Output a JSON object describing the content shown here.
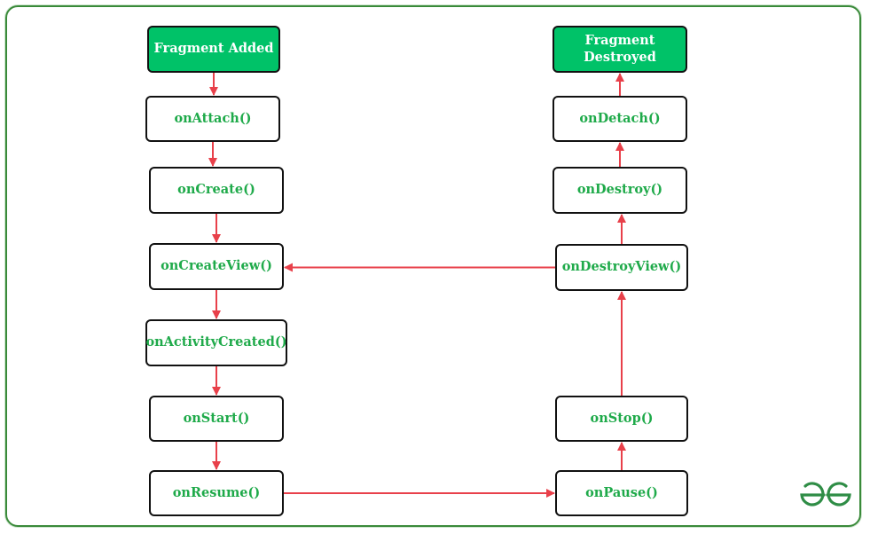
{
  "nodes": {
    "fragment_added": "Fragment Added",
    "on_attach": "onAttach()",
    "on_create": "onCreate()",
    "on_create_view": "onCreateView()",
    "on_activity_created": "onActivityCreated()",
    "on_start": "onStart()",
    "on_resume": "onResume()",
    "fragment_destroyed": "Fragment\nDestroyed",
    "on_detach": "onDetach()",
    "on_destroy": "onDestroy()",
    "on_destroy_view": "onDestroyView()",
    "on_stop": "onStop()",
    "on_pause": "onPause()"
  },
  "edges": [
    [
      "fragment_added",
      "on_attach"
    ],
    [
      "on_attach",
      "on_create"
    ],
    [
      "on_create",
      "on_create_view"
    ],
    [
      "on_create_view",
      "on_activity_created"
    ],
    [
      "on_activity_created",
      "on_start"
    ],
    [
      "on_start",
      "on_resume"
    ],
    [
      "on_resume",
      "on_pause"
    ],
    [
      "on_pause",
      "on_stop"
    ],
    [
      "on_stop",
      "on_destroy_view"
    ],
    [
      "on_destroy_view",
      "on_destroy"
    ],
    [
      "on_destroy",
      "on_detach"
    ],
    [
      "on_detach",
      "fragment_destroyed"
    ],
    [
      "on_destroy_view",
      "on_create_view"
    ]
  ],
  "colors": {
    "terminal_fill": "#00c268",
    "label_green": "#1faa4a",
    "arrow": "#e8404a",
    "border": "#111111",
    "frame": "#3a8a3a"
  },
  "logo": {
    "icon": "geeksforgeeks-logo-icon",
    "text": "GG"
  }
}
